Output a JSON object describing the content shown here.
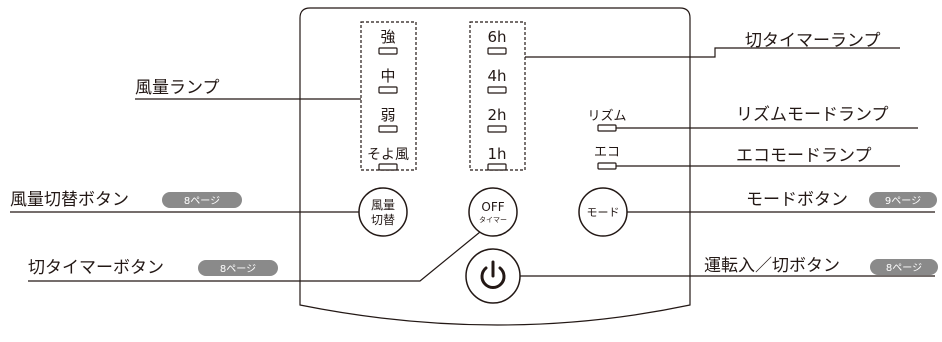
{
  "panel": {
    "fan_lamps": [
      "強",
      "中",
      "弱",
      "そよ風"
    ],
    "timer_lamps": [
      "6h",
      "4h",
      "2h",
      "1h"
    ],
    "rhythm_lamp": "リズム",
    "eco_lamp": "エコ",
    "buttons": {
      "fan_line1": "風量",
      "fan_line2": "切替",
      "off_line1": "OFF",
      "off_line2": "タイマー",
      "mode": "モード"
    }
  },
  "callouts": {
    "timer_lamp": "切タイマーランプ",
    "fan_lamp": "風量ランプ",
    "rhythm_mode_lamp": "リズムモードランプ",
    "eco_mode_lamp": "エコモードランプ",
    "fan_button": "風量切替ボタン",
    "fan_button_page": "8ページ",
    "mode_button": "モードボタン",
    "mode_button_page": "9ページ",
    "timer_button": "切タイマーボタン",
    "timer_button_page": "8ページ",
    "power_button": "運転入／切ボタン",
    "power_button_page": "8ページ"
  },
  "colors": {
    "ink": "#231815",
    "badge": "#8a8a8a"
  },
  "icons": {
    "power": "power-icon"
  }
}
